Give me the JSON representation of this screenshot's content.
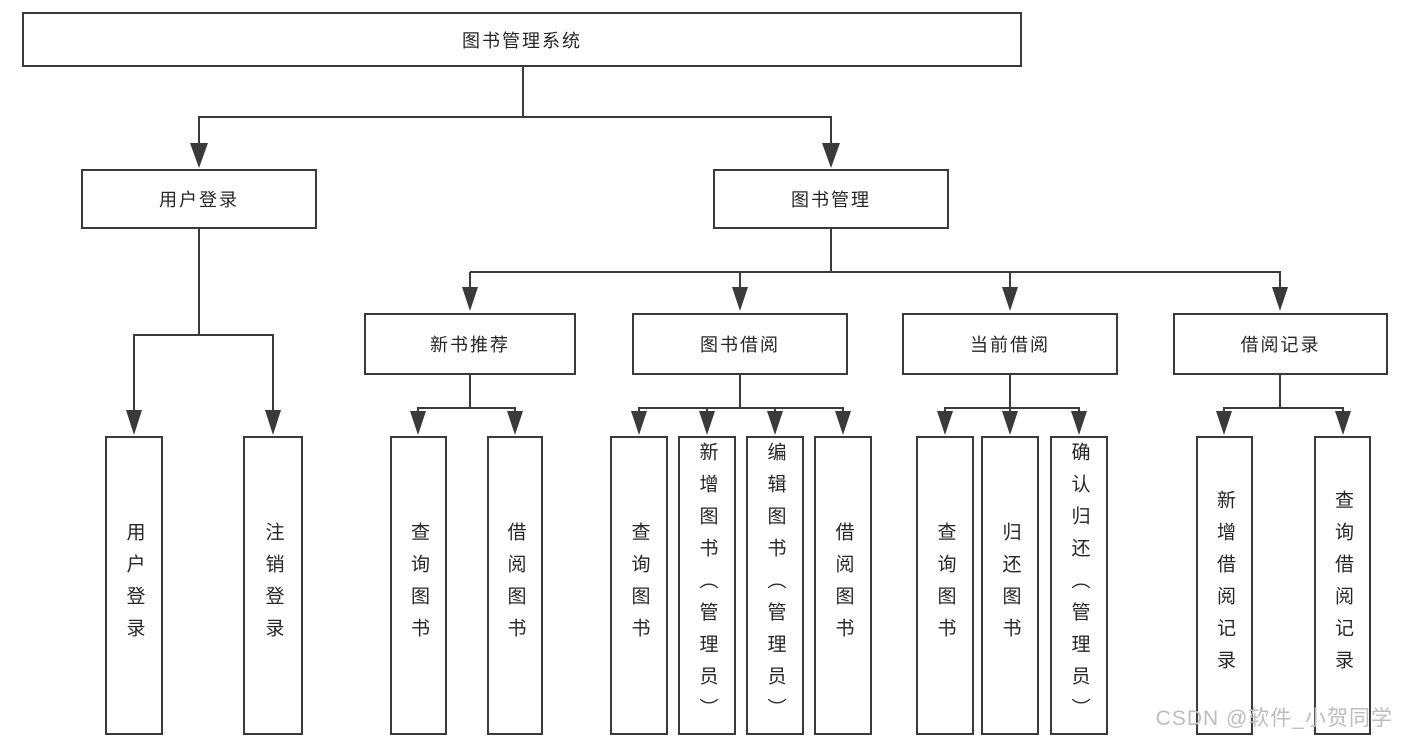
{
  "diagram": {
    "type": "hierarchy-tree",
    "root": {
      "label": "图书管理系统",
      "children": [
        {
          "label": "用户登录",
          "children": [
            {
              "label": "用户登录"
            },
            {
              "label": "注销登录"
            }
          ]
        },
        {
          "label": "图书管理",
          "children": [
            {
              "label": "新书推荐",
              "children": [
                {
                  "label": "查询图书"
                },
                {
                  "label": "借阅图书"
                }
              ]
            },
            {
              "label": "图书借阅",
              "children": [
                {
                  "label": "查询图书"
                },
                {
                  "label": "新增图书（管理员）"
                },
                {
                  "label": "编辑图书（管理员）"
                },
                {
                  "label": "借阅图书"
                }
              ]
            },
            {
              "label": "当前借阅",
              "children": [
                {
                  "label": "查询图书"
                },
                {
                  "label": "归还图书"
                },
                {
                  "label": "确认归还（管理员）"
                }
              ]
            },
            {
              "label": "借阅记录",
              "children": [
                {
                  "label": "新增借阅记录"
                },
                {
                  "label": "查询借阅记录"
                }
              ]
            }
          ]
        }
      ]
    }
  },
  "watermark": "CSDN @软件_小贺同学",
  "colors": {
    "line": "#3a3a3a",
    "text": "#262626",
    "box_fill": "#ffffff",
    "background": "#ffffff",
    "watermark": "#bdbdbd"
  }
}
